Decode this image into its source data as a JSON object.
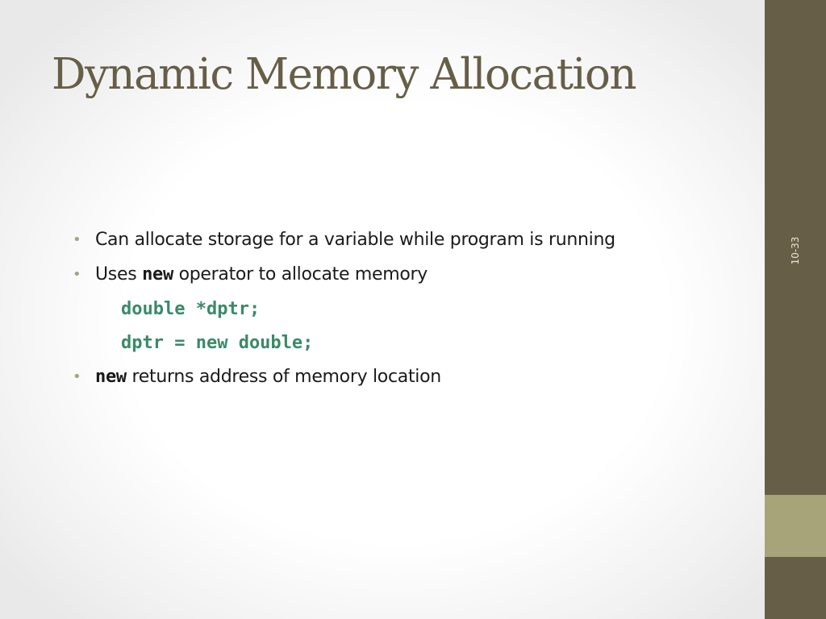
{
  "slide": {
    "title": "Dynamic Memory Allocation",
    "slide_number": "10-33",
    "bullets": [
      {
        "text": "Can allocate storage for a variable while program is running"
      },
      {
        "prefix": "Uses ",
        "keyword": "new",
        "suffix": " operator to allocate memory"
      }
    ],
    "code_lines": [
      "double *dptr;",
      "dptr = new double;"
    ],
    "last_bullet": {
      "keyword": "new",
      "suffix": " returns address of memory location"
    }
  },
  "colors": {
    "title": "#675e47",
    "side_bar": "#675e47",
    "side_accent": "#a8a47a",
    "bullet_dot": "#a8a47a",
    "code": "#3a8a68",
    "body_text": "#1a1a1a"
  }
}
